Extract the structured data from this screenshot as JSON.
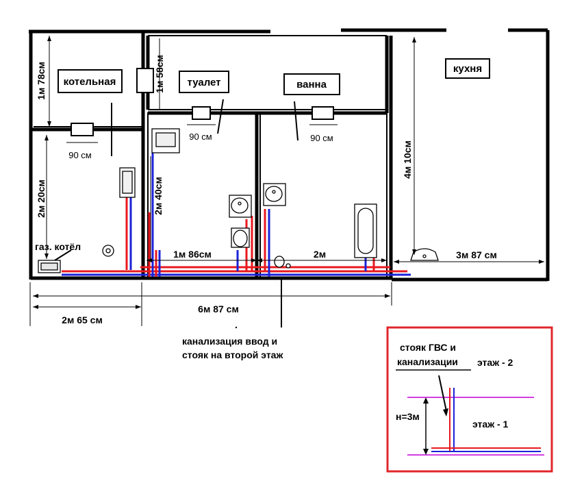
{
  "rooms": {
    "boiler": "котельная",
    "toilet": "туалет",
    "bath": "ванна",
    "kitchen": "кухня"
  },
  "equipment": {
    "gas_boiler": "газ. котёл"
  },
  "dimensions": {
    "boiler_corridor_height": "1м 78см",
    "boiler_room_height": "2м 20см",
    "toilet_corridor_height": "1м 58см",
    "toilet_height": "2м 40см",
    "kitchen_height": "4м 10см",
    "door_1": "90 см",
    "door_2": "90 см",
    "door_3": "90 см",
    "toilet_width": "1м 86см",
    "bath_width": "2м",
    "kitchen_width": "3м 87 см",
    "left_width": "2м 65 см",
    "middle_width": "6м 87 см"
  },
  "sewer_note": {
    "line1": "канализация ввод и",
    "line2": "стояк на второй этаж"
  },
  "inset": {
    "riser_line1": "стояк ГВС и",
    "riser_line2": "канализации",
    "floor2": "этаж - 2",
    "floor1": "этаж - 1",
    "height": "н=3м"
  },
  "colors": {
    "hot_pipe": "#e8191f",
    "cold_pipe": "#1b22d8",
    "floor_line": "#d23fe2",
    "inset_frame": "#e0262b",
    "wall": "#000000"
  }
}
